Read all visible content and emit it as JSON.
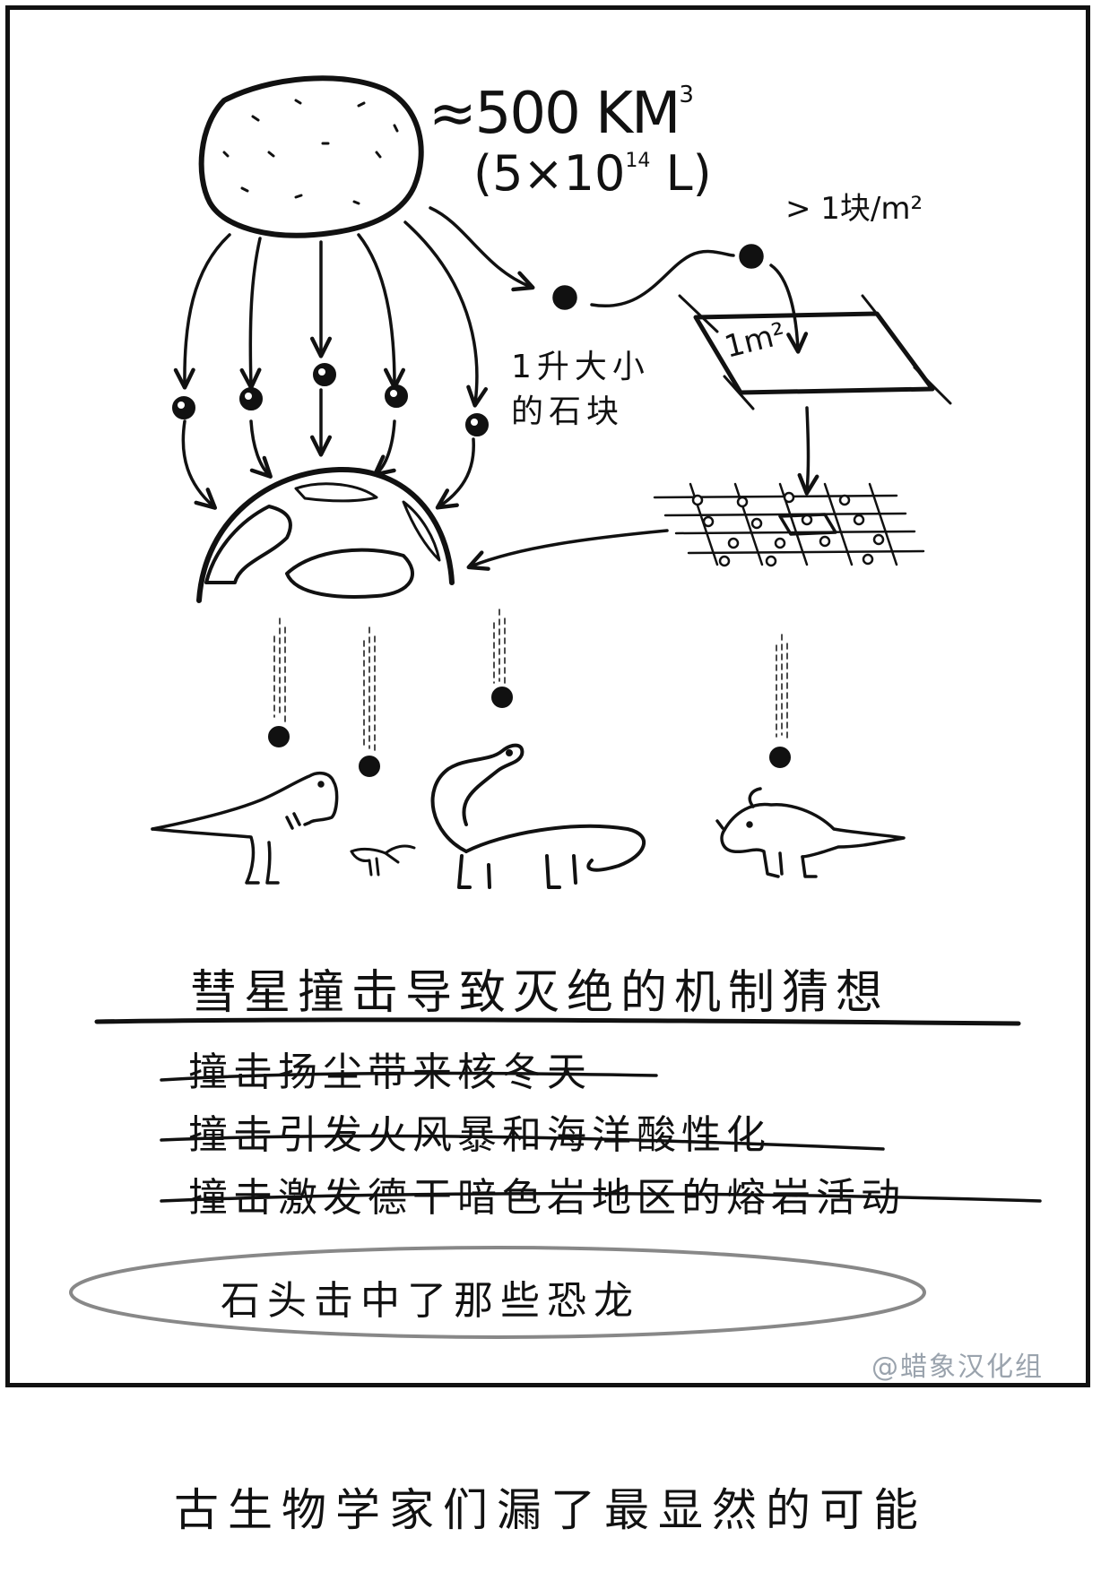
{
  "comic": {
    "volume": "≈500 KM",
    "volume_exponent": "3",
    "liters_prefix": "(5×10",
    "liters_exponent": "14",
    "liters_suffix": " L)",
    "density": "> 1块/m²",
    "square_label": "1m²",
    "rock_line1": "1升大小",
    "rock_line2": "的石块",
    "hypotheses_title": "彗星撞击导致灭绝的机制猜想",
    "hypotheses": [
      "撞击扬尘带来核冬天",
      "撞击引发火风暴和海洋酸性化",
      "撞击激发德干暗色岩地区的熔岩活动"
    ],
    "answer": "石头击中了那些恐龙",
    "credit": "@蜡象汉化组",
    "caption": "古生物学家们漏了最显然的可能"
  },
  "colors": {
    "ink": "#111111",
    "answer_outline": "#888888",
    "credit": "#9aa3ad"
  }
}
